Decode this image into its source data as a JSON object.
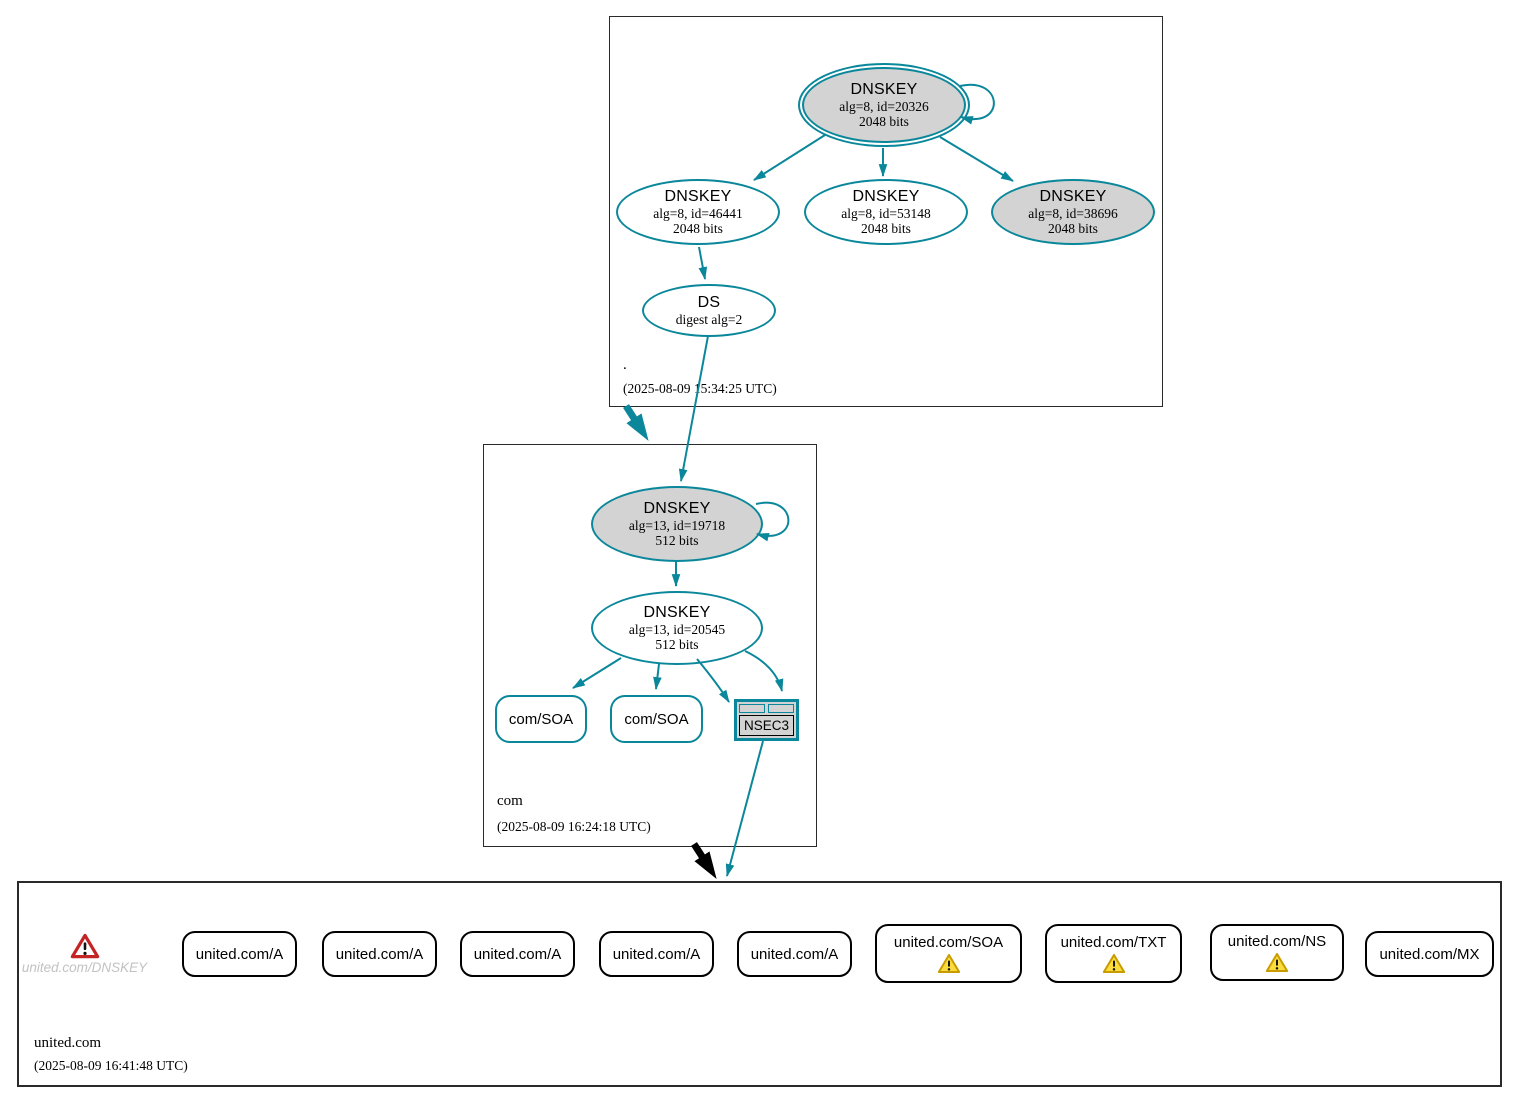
{
  "colors": {
    "edge": "#0a879a",
    "node_fill": "#d3d3d3",
    "warning_fill": "#fbdc3c",
    "warning_border": "#c89b00",
    "error_red": "#c42424",
    "muted_text": "#c2c2c2",
    "box_border": "#2a2a2a"
  },
  "zones": {
    "root": {
      "label": ".",
      "timestamp": "(2025-08-09 15:34:25 UTC)",
      "ksk": {
        "title": "DNSKEY",
        "alg": "alg=8, id=20326",
        "bits": "2048 bits"
      },
      "zsk1": {
        "title": "DNSKEY",
        "alg": "alg=8, id=46441",
        "bits": "2048 bits"
      },
      "zsk2": {
        "title": "DNSKEY",
        "alg": "alg=8, id=53148",
        "bits": "2048 bits"
      },
      "zsk3": {
        "title": "DNSKEY",
        "alg": "alg=8, id=38696",
        "bits": "2048 bits"
      },
      "ds": {
        "title": "DS",
        "detail": "digest alg=2"
      }
    },
    "com": {
      "label": "com",
      "timestamp": "(2025-08-09 16:24:18 UTC)",
      "ksk": {
        "title": "DNSKEY",
        "alg": "alg=13, id=19718",
        "bits": "512 bits"
      },
      "zsk": {
        "title": "DNSKEY",
        "alg": "alg=13, id=20545",
        "bits": "512 bits"
      },
      "soa1": {
        "label": "com/SOA"
      },
      "soa2": {
        "label": "com/SOA"
      },
      "nsec3": {
        "label": "NSEC3"
      }
    },
    "united": {
      "label": "united.com",
      "timestamp": "(2025-08-09 16:41:48 UTC)",
      "error": {
        "label": "united.com/DNSKEY",
        "icon": "error-triangle-icon"
      },
      "rrsets": [
        {
          "label": "united.com/A",
          "warning": false
        },
        {
          "label": "united.com/A",
          "warning": false
        },
        {
          "label": "united.com/A",
          "warning": false
        },
        {
          "label": "united.com/A",
          "warning": false
        },
        {
          "label": "united.com/A",
          "warning": false
        },
        {
          "label": "united.com/SOA",
          "warning": true
        },
        {
          "label": "united.com/TXT",
          "warning": true
        },
        {
          "label": "united.com/NS",
          "warning": true
        },
        {
          "label": "united.com/MX",
          "warning": false
        }
      ]
    }
  }
}
